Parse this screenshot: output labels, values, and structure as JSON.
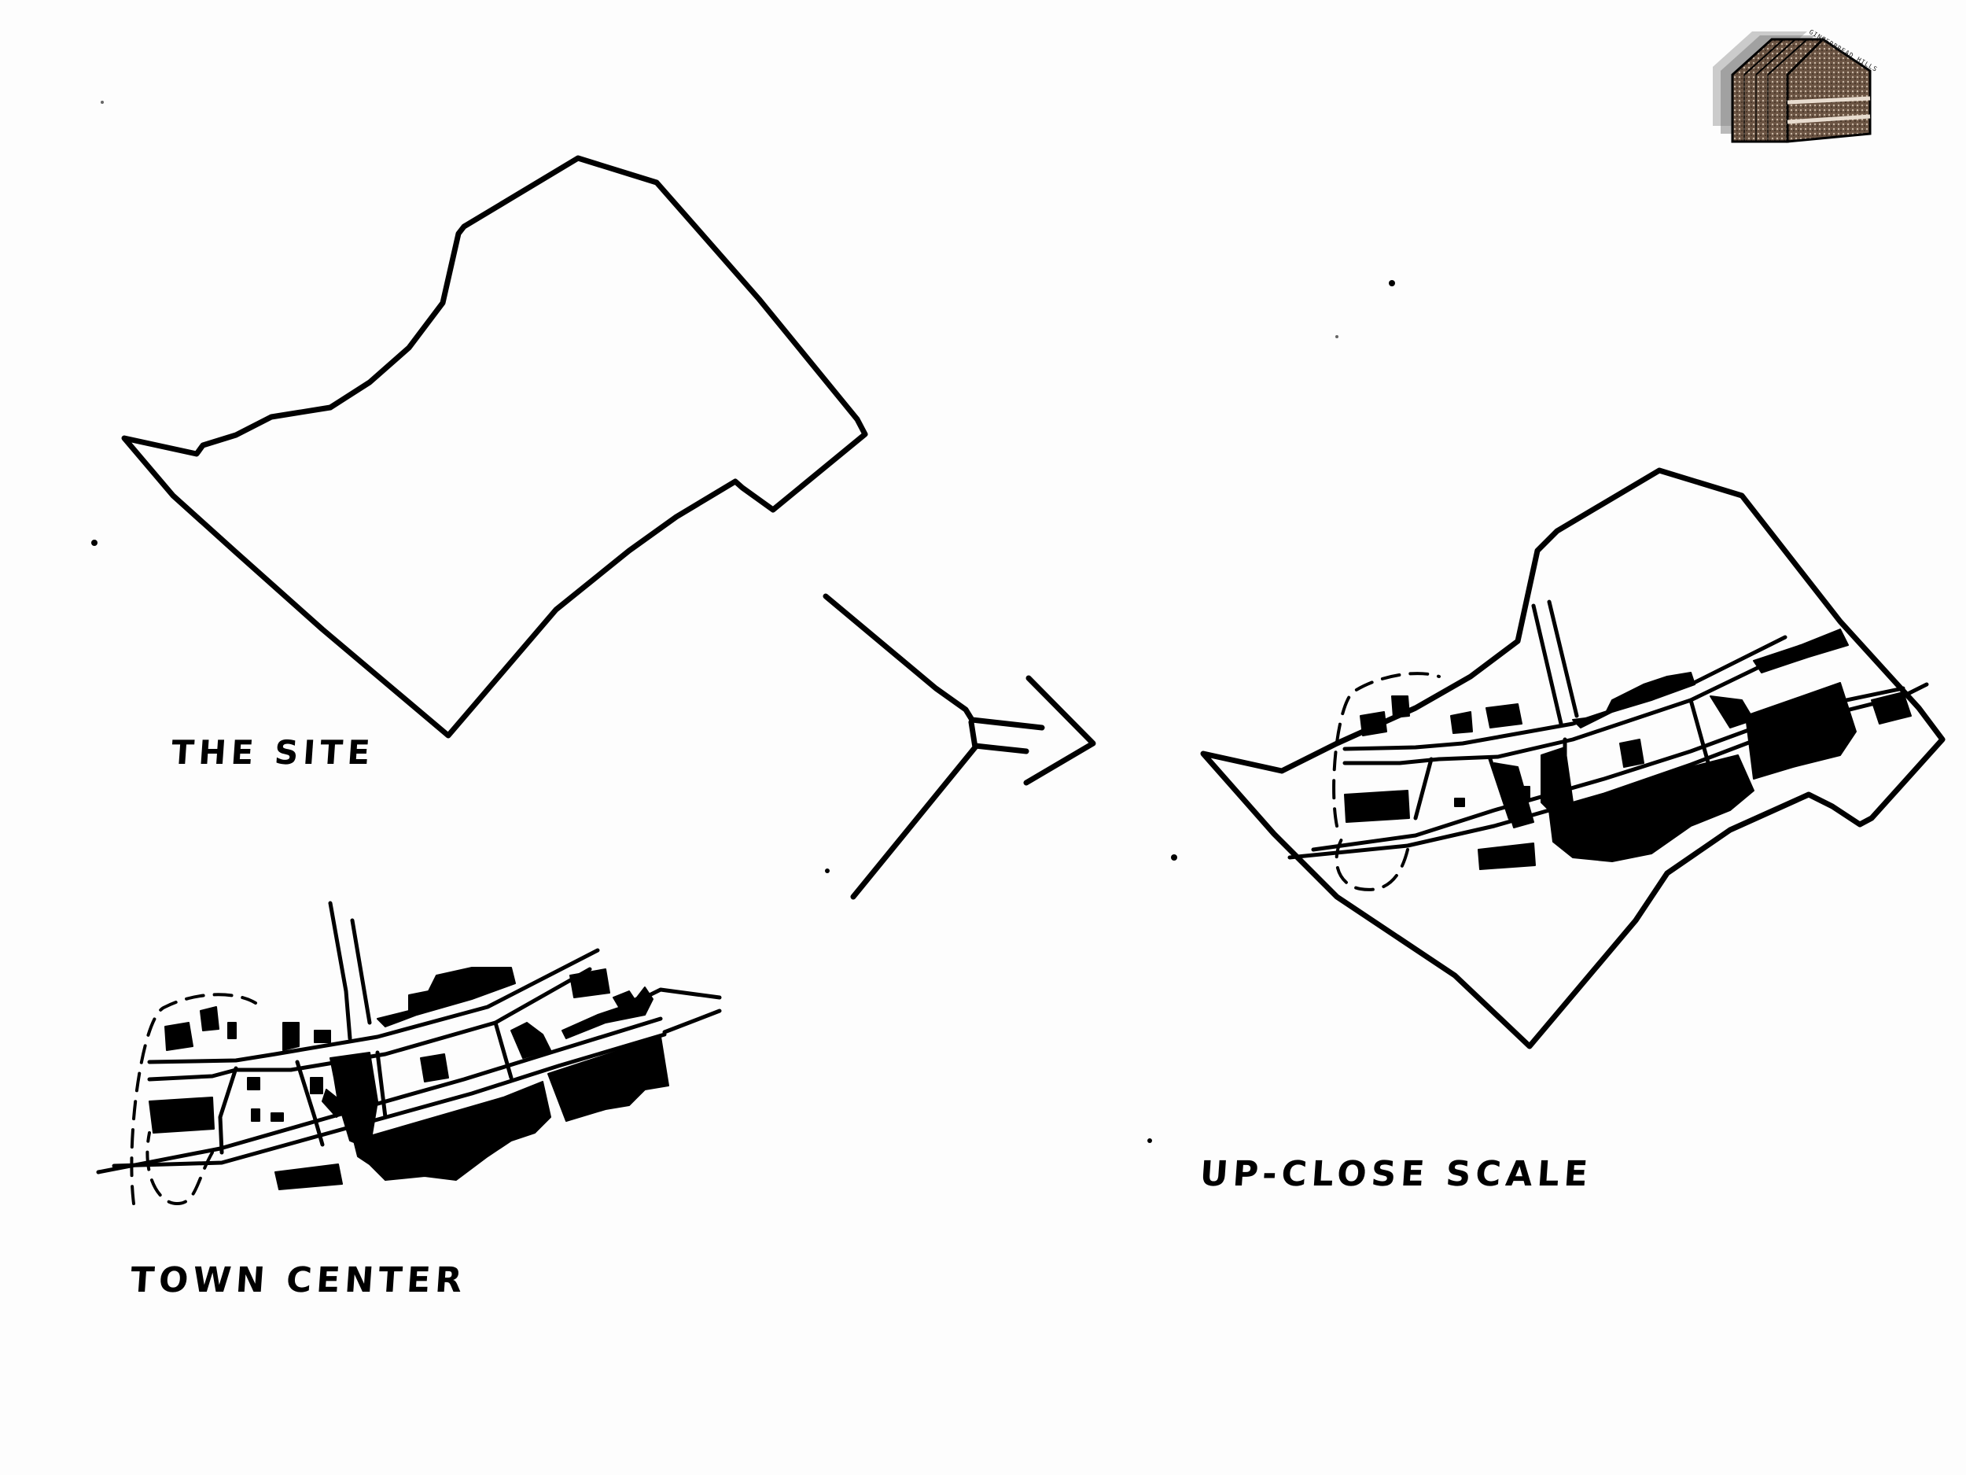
{
  "labels": {
    "site": "THE SITE",
    "town_center": "TOWN CENTER",
    "up_close": "UP-CLOSE SCALE"
  },
  "logo": {
    "text": "GINGERBREAD HILLS"
  },
  "colors": {
    "ink": "#000000",
    "paper": "#fdfdfd",
    "logo_texture": "#6b5443"
  }
}
